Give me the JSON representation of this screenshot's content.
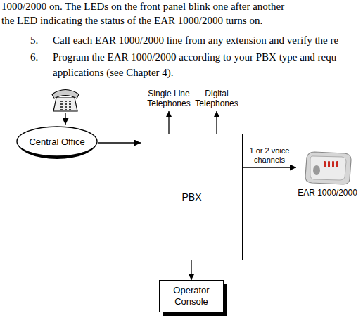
{
  "diagram": {
    "nodes": [
      {
        "text": [
          "Central Office"
        ]
      },
      {
        "text": [
          "PBX"
        ]
      },
      {
        "text": [
          "EAR 1000/2000"
        ]
      },
      {
        "text": [
          "Operator Console"
        ]
      }
    ],
    "edges": [
      {
        "from": 0,
        "to": 1,
        "arrow": "to"
      },
      {
        "from": 1,
        "to": 2,
        "arrow": "to",
        "label": "1 or 2 voice channels"
      },
      {
        "from": 1,
        "to": 3,
        "arrow": "to"
      }
    ],
    "labels": [
      "1000/2000 on. The LEDs on the front panel blink one after another",
      "the LED indicating the status of the EAR 1000/2000 turns on.",
      "5.",
      "Call each EAR 1000/2000 line from any extension and verify the re",
      "6.",
      "Program the EAR 1000/2000 according to your PBX type and requ",
      "applications (see Chapter 4).",
      "Single Line Telephones",
      "Digital Telephones"
    ]
  }
}
